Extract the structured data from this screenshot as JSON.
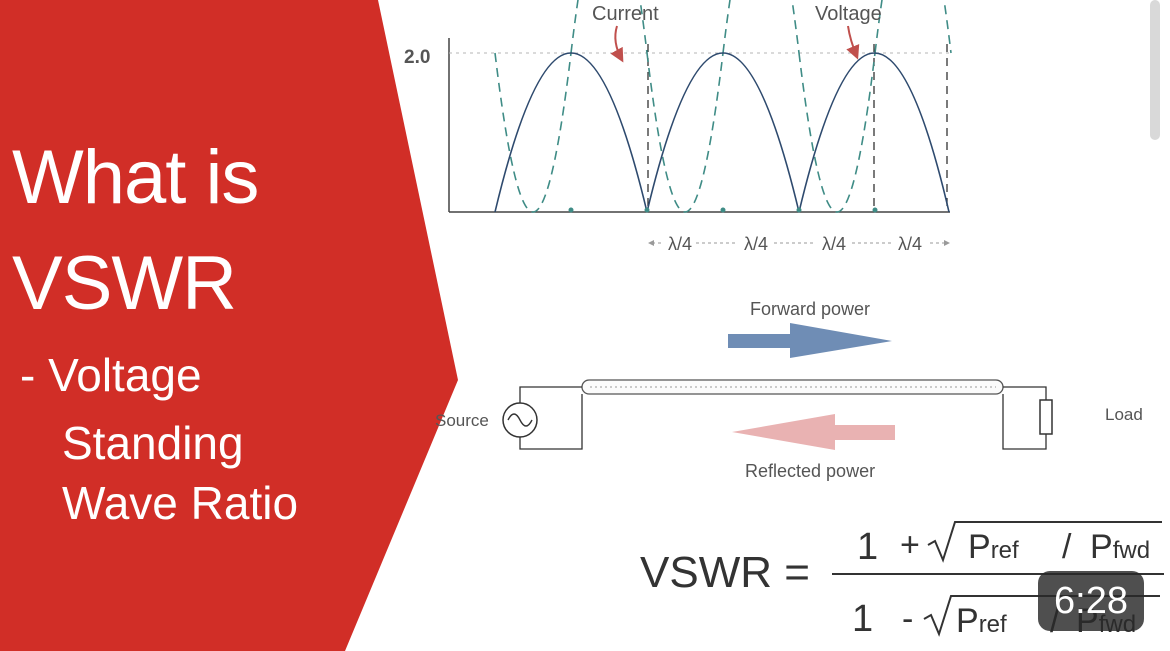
{
  "thumbnail": {
    "title_line_1": "What is",
    "title_line_2": "VSWR",
    "subtitle_line_1": "- Voltage",
    "subtitle_line_2": "Standing",
    "subtitle_line_3": "Wave Ratio",
    "accent_color": "#d12e27"
  },
  "graph": {
    "y_tick_label": "2.0",
    "current_label": "Current",
    "voltage_label": "Voltage",
    "quarter_wave_labels": [
      "λ/4",
      "λ/4",
      "λ/4",
      "λ/4"
    ],
    "voltage_color": "#2e4a6e",
    "current_color": "#3f8c86",
    "marker_color": "#c0504d"
  },
  "transmission_line": {
    "forward_label": "Forward power",
    "reflected_label": "Reflected power",
    "source_label": "Source",
    "load_label": "Load",
    "forward_color": "#6f8db5",
    "reflected_color": "#e9b2b2"
  },
  "formula": {
    "lhs": "VSWR =",
    "num_one": "1",
    "num_op": "+",
    "den_one": "1",
    "den_op": "-",
    "p_ref": "P",
    "p_ref_sub": "ref",
    "slash": "/",
    "p_fwd": "P",
    "p_fwd_sub": "fwd"
  },
  "video": {
    "duration": "6:28"
  }
}
